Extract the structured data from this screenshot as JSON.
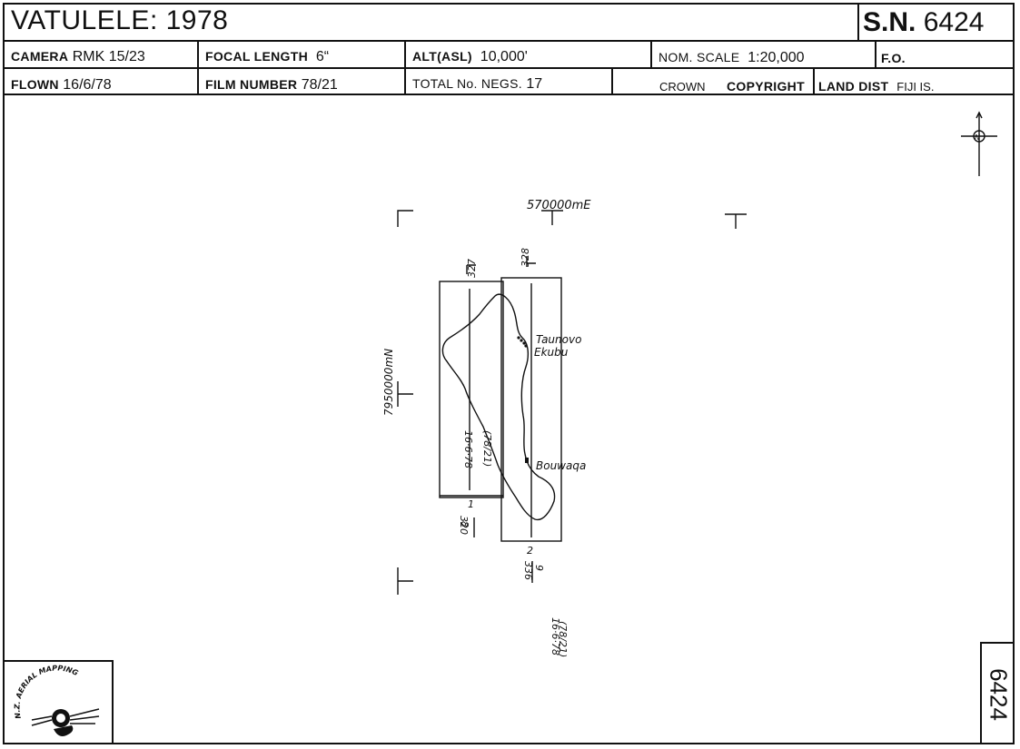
{
  "header": {
    "title": "VATULELE: 1978",
    "sn_label": "S.N.",
    "sn_value": "6424"
  },
  "row1": {
    "camera_label": "CAMERA",
    "camera_value": "RMK 15/23",
    "focal_label": "FOCAL LENGTH",
    "focal_value": "6“",
    "alt_label": "ALT(ASL)",
    "alt_value": "10,000'",
    "scale_label": "NOM. SCALE",
    "scale_value": "1:20,000",
    "fo_label": "F.O."
  },
  "row2": {
    "flown_label": "FLOWN",
    "flown_value": "16/6/78",
    "film_label": "FILM NUMBER",
    "film_value": "78/21",
    "negs_label": "TOTAL No. NEGS.",
    "negs_value": "17",
    "crown_label": "CROWN",
    "copyright_label": "COPYRIGHT",
    "land_label": "LAND DIST",
    "land_value": "FIJI IS."
  },
  "map": {
    "easting_label": "570000mE",
    "northing_label": "7950000mN",
    "places": [
      "Taunovo",
      "Ekubu",
      "Bouwaqa"
    ],
    "run1": {
      "top_frame": "327",
      "run": "1",
      "bottom_num": "8",
      "bottom_frame": "320",
      "film": "(78/21)",
      "date": "16·6·78"
    },
    "run2": {
      "top_frame": "328",
      "run": "2",
      "bottom_num": "9",
      "bottom_frame": "336",
      "film": "(78/21)",
      "date": "16·6·78"
    },
    "north_symbol": "N"
  },
  "logo": {
    "text": "N.Z. AERIAL MAPPING"
  },
  "side_number": "6424",
  "colors": {
    "ink": "#111111",
    "paper": "#ffffff"
  },
  "icons": [
    "north-arrow-icon",
    "company-logo-icon"
  ]
}
